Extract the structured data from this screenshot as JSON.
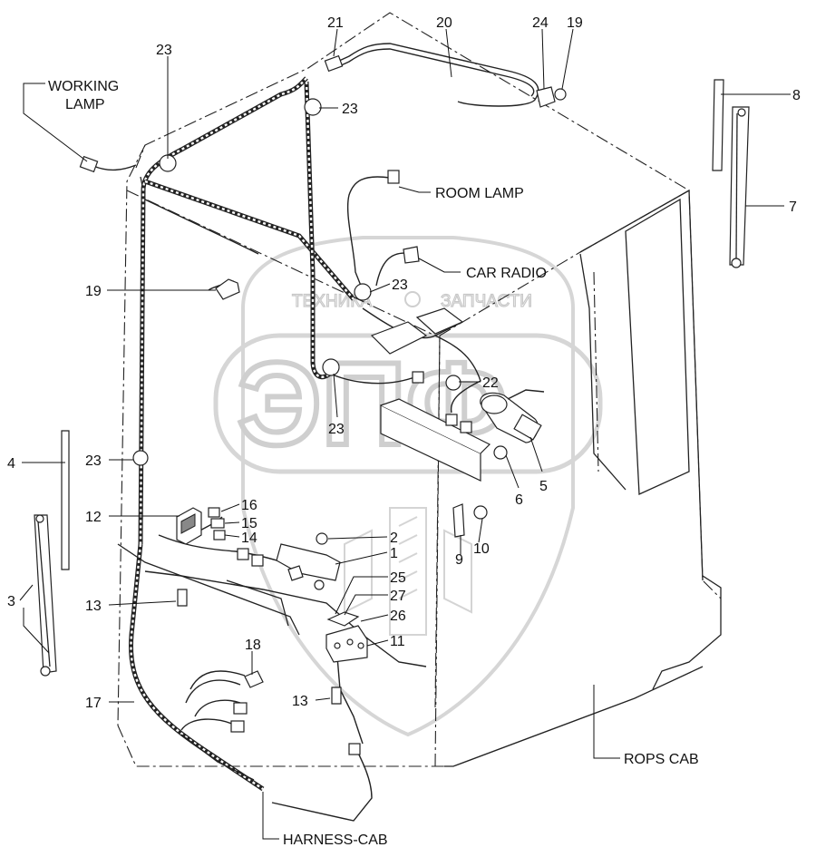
{
  "labels": {
    "working_lamp_line1": "WORKING",
    "working_lamp_line2": "LAMP",
    "room_lamp": "ROOM LAMP",
    "car_radio": "CAR RADIO",
    "rops_cab": "ROPS CAB",
    "harness_cab": "HARNESS-CAB"
  },
  "watermark": {
    "main": "ЭПФ",
    "left": "ТЕХНИКА",
    "right": "ЗАПЧАСТИ"
  },
  "callouts": {
    "c21": "21",
    "c20": "20",
    "c24": "24",
    "c19_top": "19",
    "c23_top": "23",
    "c23_upper": "23",
    "c8": "8",
    "c7": "7",
    "c19_left": "19",
    "c23_mid": "23",
    "c22": "22",
    "c23_low": "23",
    "c4": "4",
    "c23_left": "23",
    "c6": "6",
    "c5": "5",
    "c12": "12",
    "c16": "16",
    "c15": "15",
    "c14": "14",
    "c2": "2",
    "c1": "1",
    "c10": "10",
    "c9": "9",
    "c3": "3",
    "c13_left": "13",
    "c25": "25",
    "c27": "27",
    "c26": "26",
    "c11": "11",
    "c18": "18",
    "c13_bottom": "13",
    "c17": "17"
  },
  "colors": {
    "line": "#222222",
    "watermark": "#cfcfcf"
  }
}
